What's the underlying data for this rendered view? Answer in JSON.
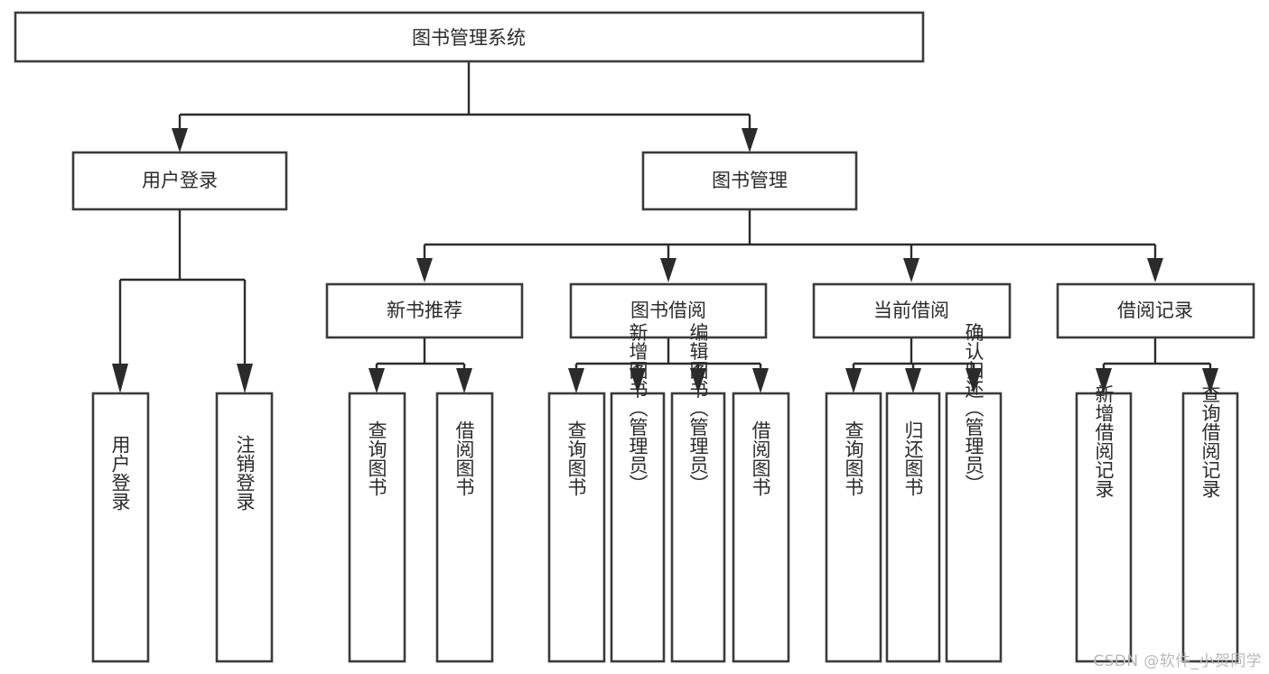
{
  "diagram": {
    "type": "tree",
    "title": "图书管理系统",
    "orientation": "top-down",
    "colors": {
      "box_fill": "#ffffff",
      "box_stroke": "#3b3b3b",
      "connector": "#2b2b2b",
      "text": "#2b2b2b",
      "background": "#ffffff",
      "watermark": "#b9b9b9"
    },
    "root": {
      "label": "图书管理系统"
    },
    "level2": [
      {
        "label": "用户登录"
      },
      {
        "label": "图书管理"
      }
    ],
    "level3": [
      {
        "label": "新书推荐"
      },
      {
        "label": "图书借阅"
      },
      {
        "label": "当前借阅"
      },
      {
        "label": "借阅记录"
      }
    ],
    "leaves": {
      "user_login": [
        {
          "label": "用户登录"
        },
        {
          "label": "注销登录"
        }
      ],
      "new_book_recommend": [
        {
          "label": "查询图书"
        },
        {
          "label": "借阅图书"
        }
      ],
      "book_borrow": [
        {
          "label": "查询图书"
        },
        {
          "label": "新增图书（管理员）"
        },
        {
          "label": "编辑图书（管理员）"
        },
        {
          "label": "借阅图书"
        }
      ],
      "current_borrow": [
        {
          "label": "查询图书"
        },
        {
          "label": "归还图书"
        },
        {
          "label": "确认归还（管理员）"
        }
      ],
      "borrow_record": [
        {
          "label": "新增借阅记录"
        },
        {
          "label": "查询借阅记录"
        }
      ]
    }
  },
  "watermark": {
    "text": "CSDN @软件_小贺同学"
  }
}
